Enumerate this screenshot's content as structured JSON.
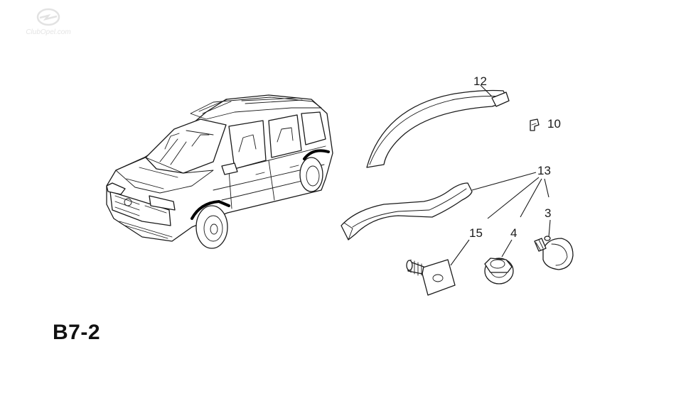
{
  "diagram_code": "B7-2",
  "watermark_text": "ClubOpel.com",
  "callouts": {
    "c12": "12",
    "c10": "10",
    "c13": "13",
    "c3": "3",
    "c4": "4",
    "c15": "15"
  }
}
